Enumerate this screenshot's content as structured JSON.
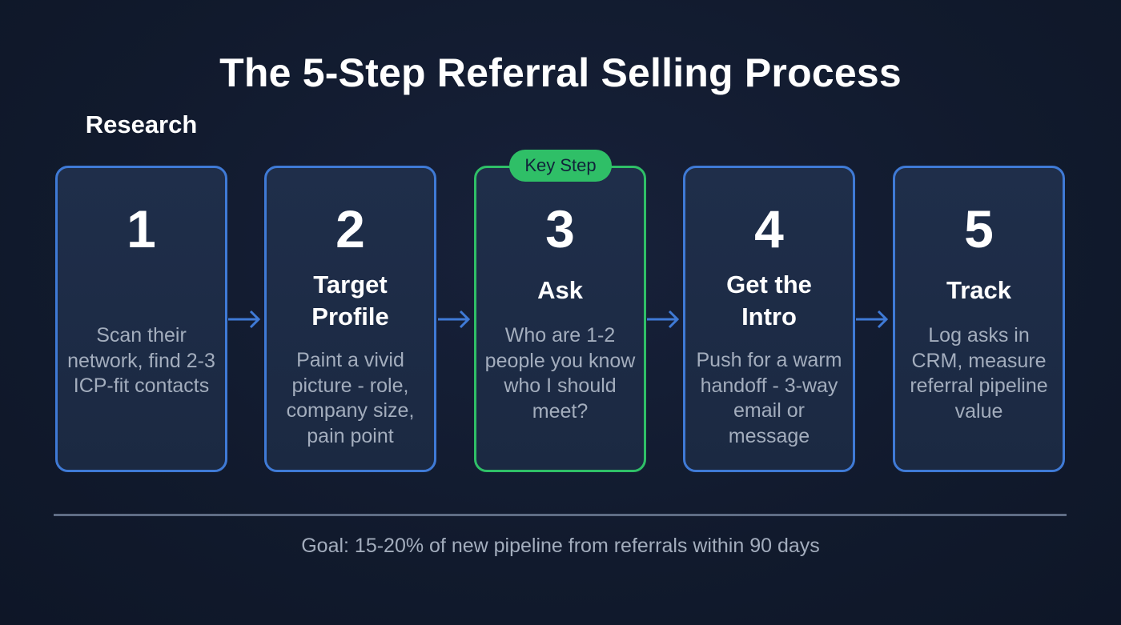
{
  "title": "The 5-Step Referral Selling Process",
  "colors": {
    "background": "#111a2d",
    "card_border": "#3f7ad6",
    "key_border": "#2fbf67",
    "card_fill": "#1e2c47",
    "description_text": "#a3adbd"
  },
  "steps": [
    {
      "number": "1",
      "title": "Research",
      "description": "Scan their network, find 2-3 ICP-fit contacts"
    },
    {
      "number": "2",
      "title": "Target\nProfile",
      "description": "Paint a vivid picture - role, company size, pain point"
    },
    {
      "number": "3",
      "title": "Ask",
      "description": "Who are 1-2 people you know who I should meet?",
      "badge": "Key Step"
    },
    {
      "number": "4",
      "title": "Get the\nIntro",
      "description": "Push for a warm handoff - 3-way email or message"
    },
    {
      "number": "5",
      "title": "Track",
      "description": "Log asks in CRM, measure referral pipeline value"
    }
  ],
  "arrow_icon": "arrow-right-icon",
  "footer": {
    "goal": "Goal: 15-20% of new pipeline from referrals within 90 days"
  }
}
